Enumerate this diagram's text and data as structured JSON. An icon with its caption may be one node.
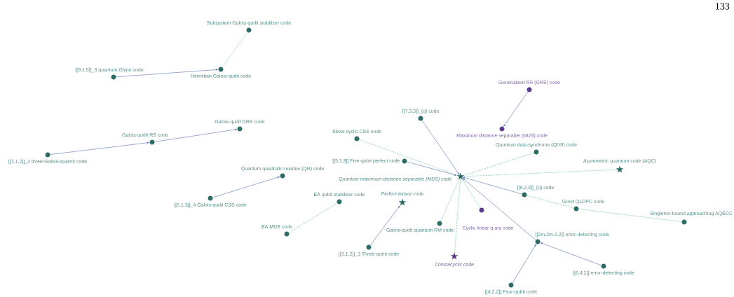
{
  "diagram": {
    "nodes": [
      {
        "text": [
          "Subsystem Galois-qudit stabilizer code"
        ]
      },
      {
        "text": [
          "Hermitian Galois-qudit code"
        ]
      },
      {
        "text": [
          "[[9,1,5]]_3 quantum Glynn code"
        ]
      },
      {
        "text": [
          "Galois-qudit GRS code"
        ]
      },
      {
        "text": [
          "Galois-qudit RS code"
        ]
      },
      {
        "text": [
          "[[3,1,2]]_4 three-Galois-quartrit code"
        ]
      },
      {
        "text": [
          "Quantum quadratic-residue (QR) code"
        ]
      },
      {
        "text": [
          "[[5,1,3]]_4 Galois-qudit CSS code"
        ]
      },
      {
        "text": [
          "EA qubit stabilizer code"
        ]
      },
      {
        "text": [
          "EA MDS code"
        ]
      },
      {
        "text": [
          "Perfect-tensor code"
        ]
      },
      {
        "text": [
          "[[3,1,2]]_3 Three-qutrit code"
        ]
      },
      {
        "text": [
          "[[7,3,3]]_{q} code"
        ]
      },
      {
        "text": [
          "Generalized RS (GRS) code"
        ]
      },
      {
        "text": [
          "Maximum distance separable (MDS) code"
        ]
      },
      {
        "text": [
          "Skew-cyclic CSS code"
        ]
      },
      {
        "text": [
          "[[5,1,3]] Five-qubit perfect code"
        ]
      },
      {
        "text": [
          "Quantum data-syndrome (QDS) code"
        ]
      },
      {
        "text": [
          "Quantum maximum-distance-separable (MDS) code"
        ]
      },
      {
        "text": [
          "Asymmetric quantum code (AQC)"
        ]
      },
      {
        "text": [
          "[[6,2,3]]_{q} code"
        ]
      },
      {
        "text": [
          "Cyclic linear q-ary code"
        ]
      },
      {
        "text": [
          "Good QLDPC code"
        ]
      },
      {
        "text": [
          "Singleton-bound approaching AQECC"
        ]
      },
      {
        "text": [
          "Galois-qudit quantum RM code"
        ]
      },
      {
        "text": [
          "[[2m,2m-2,2]] error-detecting code"
        ]
      },
      {
        "text": [
          "[[6,4,2]] error-detecting code"
        ]
      },
      {
        "text": [
          "Constacyclic code"
        ]
      },
      {
        "text": [
          "[[4,2,2]] Four-qubit code"
        ]
      }
    ],
    "edges": [
      {
        "from": 2,
        "to": 1,
        "arrow": "to"
      },
      {
        "from": 1,
        "to": 0,
        "arrow": "none",
        "style": "dashed",
        "color": "#4dbb84"
      },
      {
        "from": 5,
        "to": 4,
        "arrow": "to"
      },
      {
        "from": 4,
        "to": 3,
        "arrow": "to"
      },
      {
        "from": 7,
        "to": 6,
        "arrow": "to"
      },
      {
        "from": 9,
        "to": 8,
        "arrow": "none",
        "style": "dashed",
        "color": "#4dbb84"
      },
      {
        "from": 11,
        "to": 10,
        "arrow": "to"
      },
      {
        "from": 13,
        "to": 14,
        "arrow": "to"
      },
      {
        "from": 12,
        "to": 18,
        "arrow": "to"
      },
      {
        "from": 16,
        "to": 18,
        "arrow": "to"
      },
      {
        "from": 15,
        "to": 18,
        "arrow": "none",
        "style": "dashed",
        "color": "#4dbb84"
      },
      {
        "from": 17,
        "to": 18,
        "arrow": "none",
        "style": "dashed",
        "color": "#4dbb84"
      },
      {
        "from": 19,
        "to": 18,
        "arrow": "none",
        "style": "dashed",
        "color": "#4dbb84"
      },
      {
        "from": 20,
        "to": 18,
        "arrow": "to"
      },
      {
        "from": 21,
        "to": 18,
        "arrow": "none",
        "style": "dashed",
        "color": "#4dbb84"
      },
      {
        "from": 24,
        "to": 18,
        "arrow": "none",
        "style": "dashed",
        "color": "#4dbb84"
      },
      {
        "from": 27,
        "to": 18,
        "arrow": "none",
        "style": "dashed",
        "color": "#4dbb84"
      },
      {
        "from": 25,
        "to": 18,
        "arrow": "to"
      },
      {
        "from": 20,
        "to": 22,
        "arrow": "none",
        "style": "dashed",
        "color": "#4dbb84"
      },
      {
        "from": 22,
        "to": 23,
        "arrow": "none",
        "style": "dashed",
        "color": "#4dbb84"
      },
      {
        "from": 26,
        "to": 25,
        "arrow": "to"
      },
      {
        "from": 28,
        "to": 25,
        "arrow": "to"
      }
    ],
    "labels": [
      "133"
    ]
  }
}
